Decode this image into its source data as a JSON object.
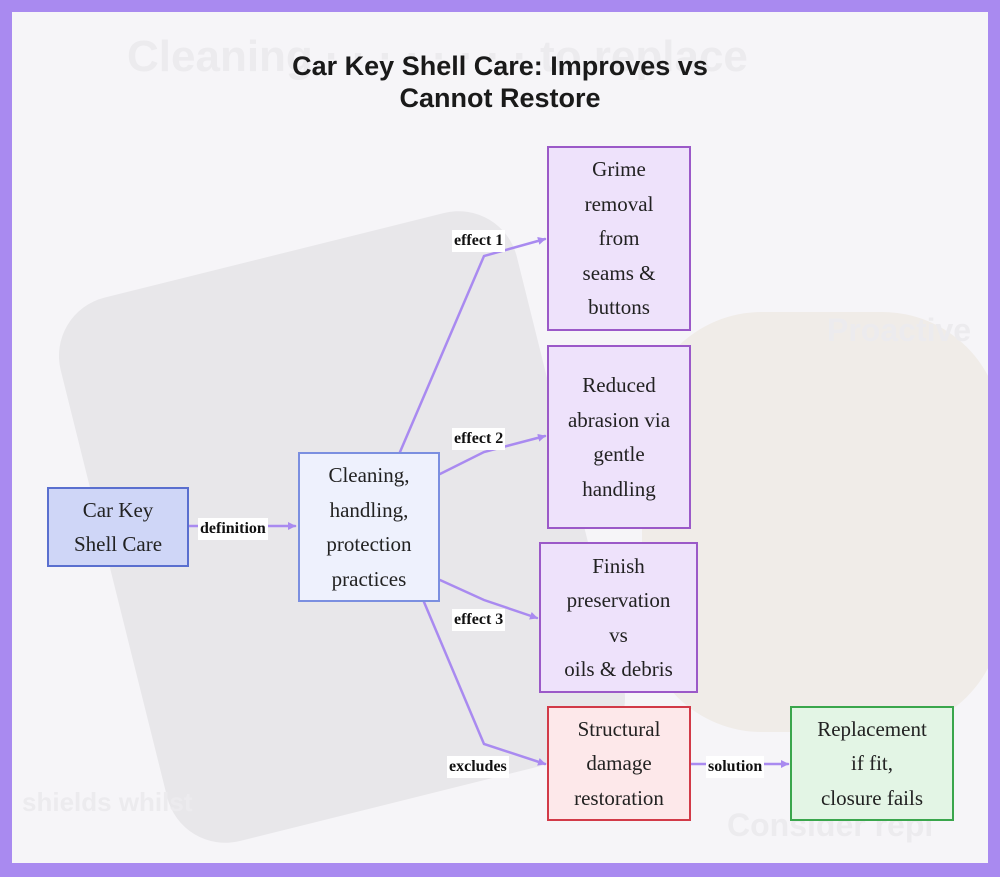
{
  "title": {
    "line1": "Car Key Shell Care: Improves vs",
    "line2": "Cannot Restore"
  },
  "colors": {
    "border": "#a98af0",
    "edge": "#a98af0",
    "root_fill": "#cfd6f7",
    "effect_fill": "#eee2fb",
    "exclude_fill": "#fde8ea",
    "solution_fill": "#e3f5e5"
  },
  "nodes": {
    "root": [
      "Car Key",
      "Shell Care"
    ],
    "practices": [
      "Cleaning,",
      "handling,",
      "protection",
      "practices"
    ],
    "effect1": [
      "Grime",
      "removal",
      "from",
      "seams &",
      "buttons"
    ],
    "effect2": [
      "Reduced",
      "abrasion via",
      "gentle",
      "handling"
    ],
    "effect3": [
      "Finish",
      "preservation",
      "vs",
      "oils & debris"
    ],
    "structural": [
      "Structural",
      "damage",
      "restoration"
    ],
    "replacement": [
      "Replacement",
      "if fit,",
      "closure fails"
    ]
  },
  "edges": {
    "definition": "definition",
    "effect1": "effect 1",
    "effect2": "effect 2",
    "effect3": "effect 3",
    "excludes": "excludes",
    "solution": "solution"
  }
}
